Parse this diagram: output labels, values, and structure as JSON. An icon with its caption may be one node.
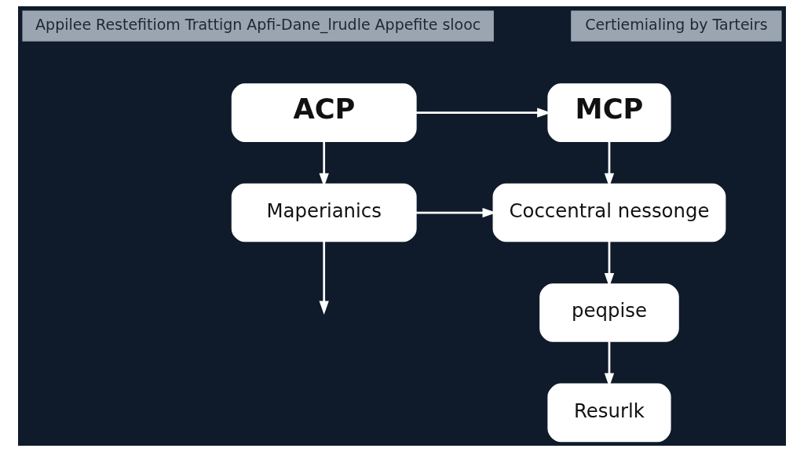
{
  "diagram": {
    "nodes": [
      {
        "text": [
          "ACP"
        ]
      },
      {
        "text": [
          "MCP"
        ]
      },
      {
        "text": [
          "Maperianics"
        ]
      },
      {
        "text": [
          "Coccentral nessonge"
        ]
      },
      {
        "text": [
          "peqpise"
        ]
      },
      {
        "text": [
          "Resurlk"
        ]
      }
    ],
    "edges": [
      {
        "from": 0,
        "to": 1,
        "arrow": "to"
      },
      {
        "from": 0,
        "to": 2,
        "arrow": "to"
      },
      {
        "from": 1,
        "to": 3,
        "arrow": "to"
      },
      {
        "from": 2,
        "to": 3,
        "arrow": "to"
      },
      {
        "from": 2,
        "to": null,
        "arrow": "to"
      },
      {
        "from": 3,
        "to": 4,
        "arrow": "to"
      },
      {
        "from": 4,
        "to": 5,
        "arrow": "to"
      }
    ],
    "labels": [
      "Appilee Restefitiom Trattign Apfi-Dane_lrudle Appefite slooc",
      "Certiemialing by Tarteirs"
    ]
  }
}
